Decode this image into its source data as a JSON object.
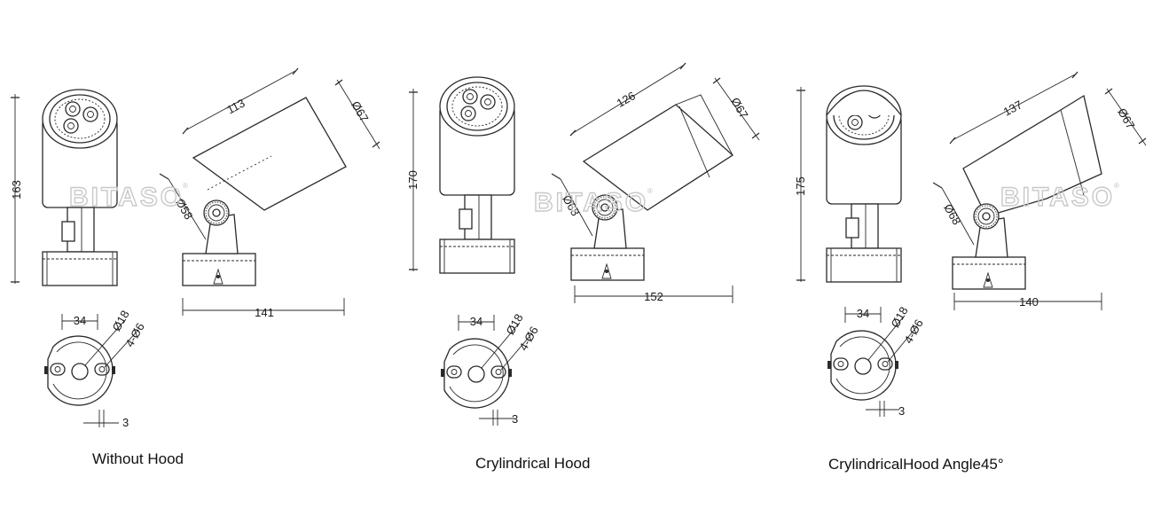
{
  "watermark": {
    "brand": "BITASO",
    "mark": "®"
  },
  "panels": [
    {
      "caption": "Without Hood",
      "height": "163",
      "length": "141",
      "body_len": "113",
      "diameter": "Ø67",
      "arm_dia": "Ø58",
      "base_width": "34",
      "hole": "Ø18",
      "holes": "4-Ø6",
      "gap": "3"
    },
    {
      "caption": "Crylindrical Hood",
      "height": "170",
      "length": "152",
      "body_len": "126",
      "diameter": "Ø67",
      "arm_dia": "Ø68",
      "base_width": "34",
      "hole": "Ø18",
      "holes": "4-Ø6",
      "gap": "3"
    },
    {
      "caption": "CrylindricalHood Angle45°",
      "height": "175",
      "length": "140",
      "body_len": "137",
      "diameter": "Ø67",
      "arm_dia": "Ø68",
      "base_width": "34",
      "hole": "Ø18",
      "holes": "4-Ø6",
      "gap": "3"
    }
  ]
}
